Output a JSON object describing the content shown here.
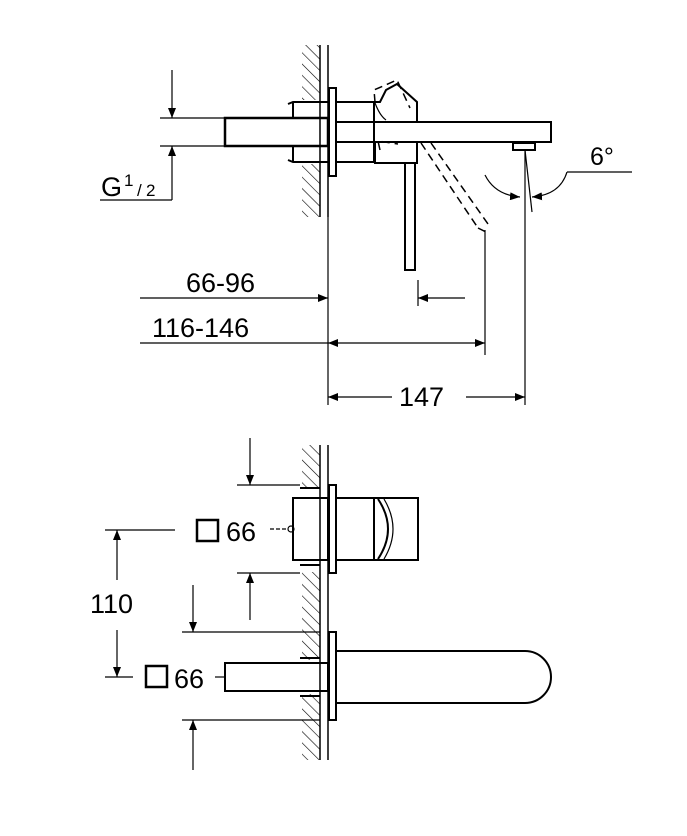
{
  "side_view": {
    "thread_label": "G",
    "thread_num": "1",
    "thread_den": "2",
    "angle_label": "6°",
    "dim_wall_lever": "66-96",
    "dim_wall_lever_dashed": "116-146",
    "dim_projection": "147"
  },
  "front_view": {
    "rosette_upper_size": "66",
    "rosette_lower_size": "66",
    "dim_centers": "110"
  },
  "colors": {
    "line": "#000000",
    "background": "#ffffff"
  }
}
